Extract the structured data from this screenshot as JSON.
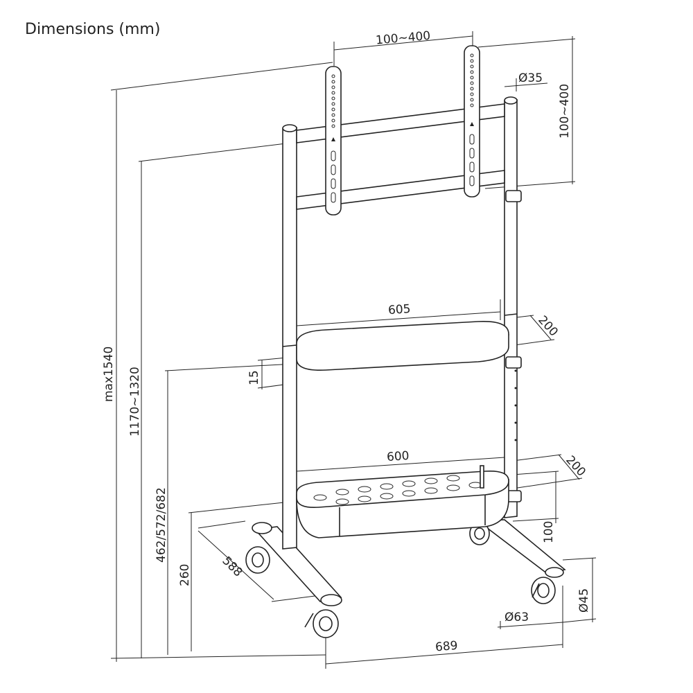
{
  "title": "Dimensions (mm)",
  "dimensions": {
    "vesa_width": "100~400",
    "vesa_height": "100~400",
    "pole_diameter": "Ø35",
    "total_height": "max1540",
    "screen_height": "1170~1320",
    "shelf_height": "462/572/682",
    "base_height": "260",
    "shelf_width": "605",
    "shelf_depth": "200",
    "shelf_thickness": "15",
    "basket_width": "600",
    "basket_depth": "200",
    "basket_height": "100",
    "base_depth": "588",
    "base_width": "689",
    "caster_diameter": "Ø63",
    "caster_height": "Ø45"
  }
}
